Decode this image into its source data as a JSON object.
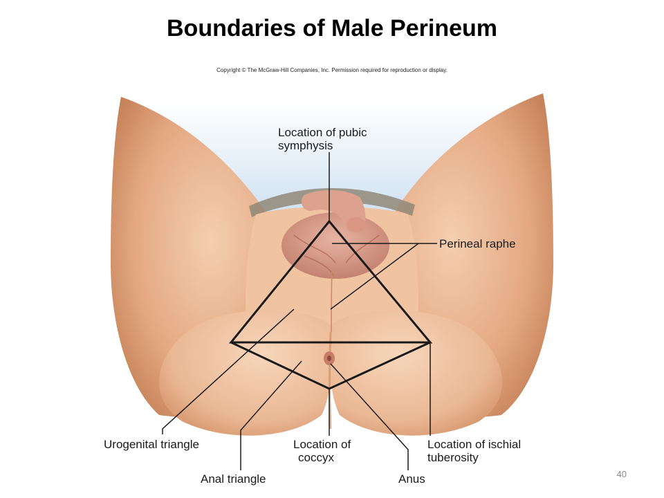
{
  "slide": {
    "title": "Boundaries of  Male Perineum",
    "copyright": "Copyright © The McGraw-Hill Companies, Inc. Permission required for reproduction or display.",
    "page_number": "40"
  },
  "labels": {
    "pubic_symphysis": [
      "Location of pubic",
      "symphysis"
    ],
    "perineal_raphe": "Perineal raphe",
    "urogenital_triangle": "Urogenital triangle",
    "anal_triangle": "Anal triangle",
    "coccyx": [
      "Location of",
      "coccyx"
    ],
    "ischial_tuberosity": [
      "Location of ischial",
      "tuberosity"
    ],
    "anus": "Anus"
  },
  "colors": {
    "skin_light": "#f3c9a8",
    "skin_mid": "#e2a57c",
    "skin_dark": "#b87249",
    "sky": "#cfe3f2",
    "genital": "#d89a86",
    "line": "#1a1a1a"
  }
}
